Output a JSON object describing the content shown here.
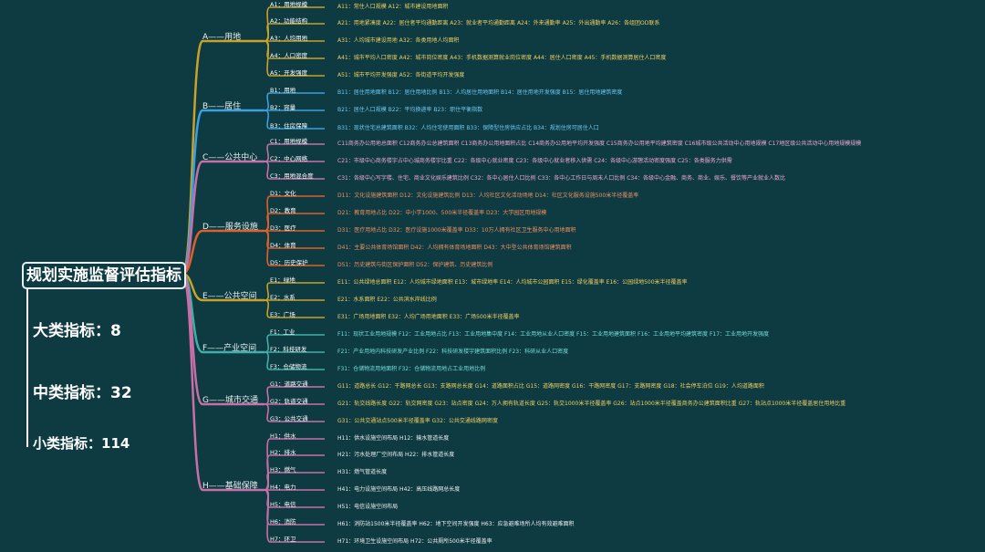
{
  "root": {
    "title": "规划实施监督评估指标"
  },
  "stats": [
    {
      "label": "大类指标：",
      "value": "8"
    },
    {
      "label": "中类指标：",
      "value": "32"
    },
    {
      "label": "小类指标：",
      "value": "114"
    }
  ],
  "colors": {
    "background": "#0e3a42",
    "A": "#c9a227",
    "B": "#3aa0e0",
    "C": "#c86fa8",
    "D": "#e0602a",
    "E": "#c9a227",
    "F": "#3fb0a8",
    "G": "#c86fa8",
    "H": "#c86fa8"
  },
  "categories": [
    {
      "key": "A",
      "label": "A——用地",
      "color": "#c9a227",
      "leafColor": "#f0d060",
      "subs": [
        {
          "label": "A1：用地规模",
          "leaf": "A11：常住人口规模    A12：城市建设用地面积"
        },
        {
          "label": "A2：功能结构",
          "leaf": "A21：用地紧凑度    A22：居住者平均通勤距离    A23：就业者平均通勤距离    A24：外来通勤率    A25：外出通勤率    A26：各组团OD联系"
        },
        {
          "label": "A3：人均用地",
          "leaf": "A31：人均城市建设用地    A32：各类用地人均面积"
        },
        {
          "label": "A4：人口密度",
          "leaf": "A41：城市平均人口密度    A42：城市岗位密度    A43：手机数据测算就业岗位密度    A44：居住人口密度    A45：手机数据测算居住人口密度"
        },
        {
          "label": "A5：开发强度",
          "leaf": "A51：城市平均开发强度    A52：各街道平均开发强度"
        }
      ]
    },
    {
      "key": "B",
      "label": "B——居住",
      "color": "#3aa0e0",
      "leafColor": "#6cc8f0",
      "subs": [
        {
          "label": "B1：用地",
          "leaf": "B11：居住用地面积    B12：居住用地比例    B13：人均居住用地面积    B14：居住用地开发强度    B15：居住用地建筑密度"
        },
        {
          "label": "B2：容量",
          "leaf": "B21：居住人口规模    B22：平均换递率    B23：职住平衡指数"
        },
        {
          "label": "B3：住房保障",
          "leaf": "B31：现状住宅总建筑面积    B32：人均住宅使用面积    B33：保障型住房供应占比    B34：规划住房可居住人口"
        }
      ]
    },
    {
      "key": "C",
      "label": "C——公共中心",
      "color": "#c86fa8",
      "leafColor": "#f0a8d8",
      "subs": [
        {
          "label": "C1：用地规模",
          "leaf": "C11商务办公用地总面积    C12商务办公总建筑面积    C13商务办公用地面积占比    C14商务办公用地平均开发强度    C15商务办公用地平均建筑密度    C16城市级公共活动中心用地规模    C17地区级公共活动中心用地规模规模"
        },
        {
          "label": "C2：中心网络",
          "leaf": "C21：市级中心商务楼宇占中心城商务楼宇比重    C22：各级中心就业密度    C23：各级中心就业者移入供需    C24：各级中心游憩活动密度强度    C25：各类服务力供需"
        },
        {
          "label": "C3：用地混合度",
          "leaf": "C31：各级中心写字楼、住宅、商业文化娱乐建筑比例    C32：各中心居住人口比例    C33：各中心工作日与周末人口比例    C34：各级中心金融、商务、商业、娱乐、餐饮等产业就业人数比"
        }
      ]
    },
    {
      "key": "D",
      "label": "D——服务设施",
      "color": "#e0602a",
      "leafColor": "#f09060",
      "subs": [
        {
          "label": "D1：文化",
          "leaf": "D11：文化设施建筑面积    D12：文化设施建筑比例    D13：人均社区文化活动场地    D14：社区文化服务设施500米半径覆盖率"
        },
        {
          "label": "D2：教育",
          "leaf": "D21：教育用地占比    D22：中小学1000、500米半径覆盖率    D23：大学园区用地规模"
        },
        {
          "label": "D3：医疗",
          "leaf": "D31：医疗用地占比    D32：医疗设施1000米覆盖率    D33：10万人拥有社区卫生服务中心用地面积"
        },
        {
          "label": "D4：体育",
          "leaf": "D41：主要公共体育场馆面积    D42：人均拥有体育场地面积    D43：大中型公共体育场馆建筑面积"
        },
        {
          "label": "D5：历史保护",
          "leaf": "D51：历史建筑与街区保护面积    D52：保护建筑、历史建筑比例"
        }
      ]
    },
    {
      "key": "E",
      "label": "E——公共空间",
      "color": "#c9a227",
      "leafColor": "#f0d060",
      "subs": [
        {
          "label": "E1：绿地",
          "leaf": "E11：公共绿地总面积    E12：人均城市绿地面积    E13：城市绿地率    E14：人均城市公园面积    E15：绿化覆盖率    E16：公园绿地500米半径覆盖率"
        },
        {
          "label": "E2：水系",
          "leaf": "E21：水系面积    E22：公共滨水岸线比例"
        },
        {
          "label": "E3：广场",
          "leaf": "E31：广场用地面积    E32：人均广场用地面积    E33：广场500米半径覆盖率"
        }
      ]
    },
    {
      "key": "F",
      "label": "F——产业空间",
      "color": "#3fb0a8",
      "leafColor": "#70e0d8",
      "subs": [
        {
          "label": "F1：工业",
          "leaf": "F11：现状工业用地规模    F12：工业用地占比    F13：工业用地集中度    F14：工业用地从业人口密度    F15：工业用地建筑面积    F16：工业用地平均建筑密度    F17：工业用地开发强度"
        },
        {
          "label": "F2：科技研发",
          "leaf": "F21：产业用地内科技研发产业比例    F22：科技研发楼宇建筑面积比例    F23：科研从业人口密度"
        },
        {
          "label": "F3：仓储物流",
          "leaf": "F31：仓储物流用地面积    F32：仓储物流用地占工业用地比例"
        }
      ]
    },
    {
      "key": "G",
      "label": "G——城市交通",
      "color": "#c86fa8",
      "leafColor": "#f0d060",
      "subs": [
        {
          "label": "G1：道路交通",
          "leaf": "G11：道路总长    G12：干路网总长    G13：支路网总长度    G14：道路面积占比    G15：道路网密度    G16：干路网密度    G17：支路网密度    G18：社会停车泊位    G19：人均道路面积"
        },
        {
          "label": "G2：轨道交通",
          "leaf": "G21：轨交线路长度    G22：轨交网密度    G23：站点密度    G24：万人拥有轨道长度    G25：轨交1000米半径覆盖率    G26：站点1000米半径覆盖商务办公建筑面积比重    G27：轨站点1000米半径覆盖居住用地比重"
        },
        {
          "label": "G3：公共交通",
          "leaf": "G31：公共交通站点500米半径覆盖率    G32：公共交通线路网密度"
        }
      ]
    },
    {
      "key": "H",
      "label": "H——基础保障",
      "color": "#c86fa8",
      "leafColor": "#f0f0f0",
      "subs": [
        {
          "label": "H1：供水",
          "leaf": "H11：供水设施空间布局    H12：输水管道长度"
        },
        {
          "label": "H2：排水",
          "leaf": "H21：污水处理厂空间布局    H22：排水管道长度"
        },
        {
          "label": "H3：燃气",
          "leaf": "H31：燃气管道长度"
        },
        {
          "label": "H4：电力",
          "leaf": "H41：电力设施空间布局    H42：高压线路网总长度"
        },
        {
          "label": "H5：电信",
          "leaf": "H51：电信设施空间布局"
        },
        {
          "label": "H6：消防",
          "leaf": "H61：消防站1500米半径覆盖率    H62：地下空间开发强度    H63：应急避难场所人均有效避难面积"
        },
        {
          "label": "H7：环卫",
          "leaf": "H71：环境卫生设施空间布局    H72：公共厕所500米半径覆盖率"
        }
      ]
    }
  ]
}
